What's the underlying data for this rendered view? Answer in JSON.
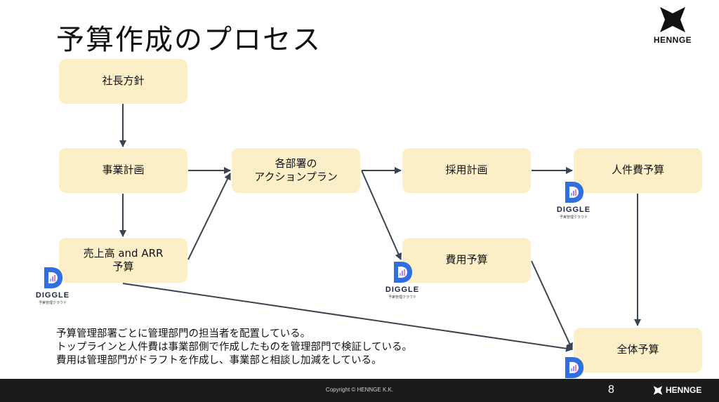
{
  "slide": {
    "title": "予算作成のプロセス",
    "brand": "HENNGE",
    "boxes": {
      "president_policy": "社長方針",
      "business_plan": "事業計画",
      "sales_arr_budget": "売上高 and ARR\n予算",
      "action_plan": "各部署の\nアクションプラン",
      "hiring_plan": "採用計画",
      "personnel_budget": "人件費予算",
      "expense_budget": "費用予算",
      "total_budget": "全体予算"
    },
    "diggle": {
      "name": "DIGGLE",
      "tagline": "予実管理クラウド"
    },
    "notes": [
      "予算管理部署ごとに管理部門の担当者を配置している。",
      "トップラインと人件費は事業部側で作成したものを管理部門で検証している。",
      "費用は管理部門がドラフトを作成し、事業部と相談し加減をしている。"
    ]
  },
  "footer": {
    "copyright": "Copyright © HENNGE K.K.",
    "page_number": "8",
    "brand": "HENNGE"
  },
  "colors": {
    "box_fill": "#fcefc7",
    "arrow": "#3a4450",
    "footer_bg": "#1b1b1b",
    "diggle_blue": "#2f6fe0"
  }
}
